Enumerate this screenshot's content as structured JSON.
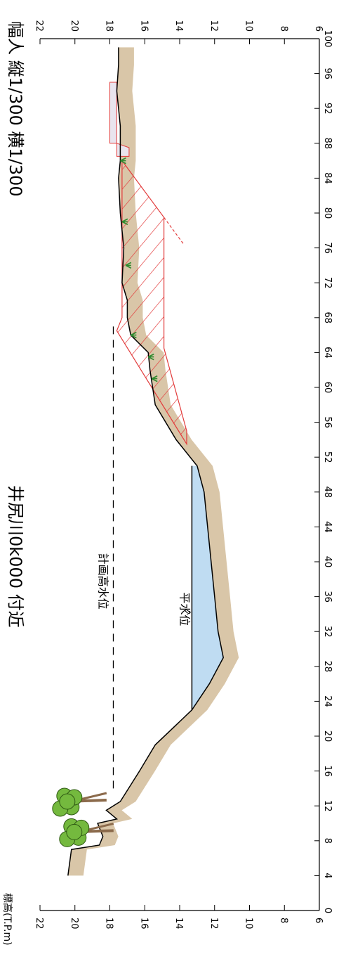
{
  "header": {
    "title": "井尻川0k000 付近",
    "scale": "幅人 縦1/300 横1/300"
  },
  "axis": {
    "elevation_label": "標高(T.P.m)",
    "elevation_ticks": [
      "22",
      "20",
      "18",
      "16",
      "14",
      "12",
      "10",
      "8",
      "6"
    ],
    "distance_ticks": [
      "0",
      "4",
      "8",
      "12",
      "16",
      "20",
      "24",
      "28",
      "32",
      "36",
      "40",
      "44",
      "48",
      "52",
      "56",
      "60",
      "64",
      "68",
      "72",
      "76",
      "80",
      "84",
      "88",
      "92",
      "96",
      "100"
    ],
    "y_range": [
      6,
      22
    ],
    "x_range": [
      0,
      100
    ]
  },
  "annotations": {
    "planned_high_water": "計画高水位",
    "normal_water": "平水位"
  },
  "chart_data": {
    "type": "cross-section",
    "xlabel": "",
    "ylabel": "標高(T.P.m)",
    "xlim": [
      0,
      100
    ],
    "ylim": [
      6,
      22
    ],
    "planned_high_water_level": 17.8,
    "normal_water_level": 13.3,
    "water_span": [
      23,
      51
    ],
    "ground_profile": [
      [
        4,
        20.4
      ],
      [
        7,
        20.2
      ],
      [
        7.5,
        18.6
      ],
      [
        8.5,
        18.4
      ],
      [
        10,
        18.7
      ],
      [
        10.5,
        17.6
      ],
      [
        11.5,
        18.2
      ],
      [
        12.5,
        17.4
      ],
      [
        16,
        16.3
      ],
      [
        19,
        15.4
      ],
      [
        23,
        13.3
      ],
      [
        26,
        12.3
      ],
      [
        29,
        11.5
      ],
      [
        32,
        11.8
      ],
      [
        36,
        12.0
      ],
      [
        40,
        12.2
      ],
      [
        44,
        12.4
      ],
      [
        48,
        12.6
      ],
      [
        51,
        13.0
      ],
      [
        54,
        14.2
      ],
      [
        58,
        15.4
      ],
      [
        62,
        15.7
      ],
      [
        64,
        15.8
      ],
      [
        66,
        16.8
      ],
      [
        68,
        17.0
      ],
      [
        70,
        17.0
      ],
      [
        72,
        17.3
      ],
      [
        76,
        17.2
      ],
      [
        80,
        17.4
      ],
      [
        84,
        17.5
      ],
      [
        86,
        17.4
      ],
      [
        90,
        17.4
      ],
      [
        94,
        17.6
      ],
      [
        97,
        17.5
      ],
      [
        99,
        17.5
      ]
    ],
    "vegetation": [
      "tree",
      "tree",
      "grass",
      "grass",
      "grass",
      "grass"
    ]
  }
}
